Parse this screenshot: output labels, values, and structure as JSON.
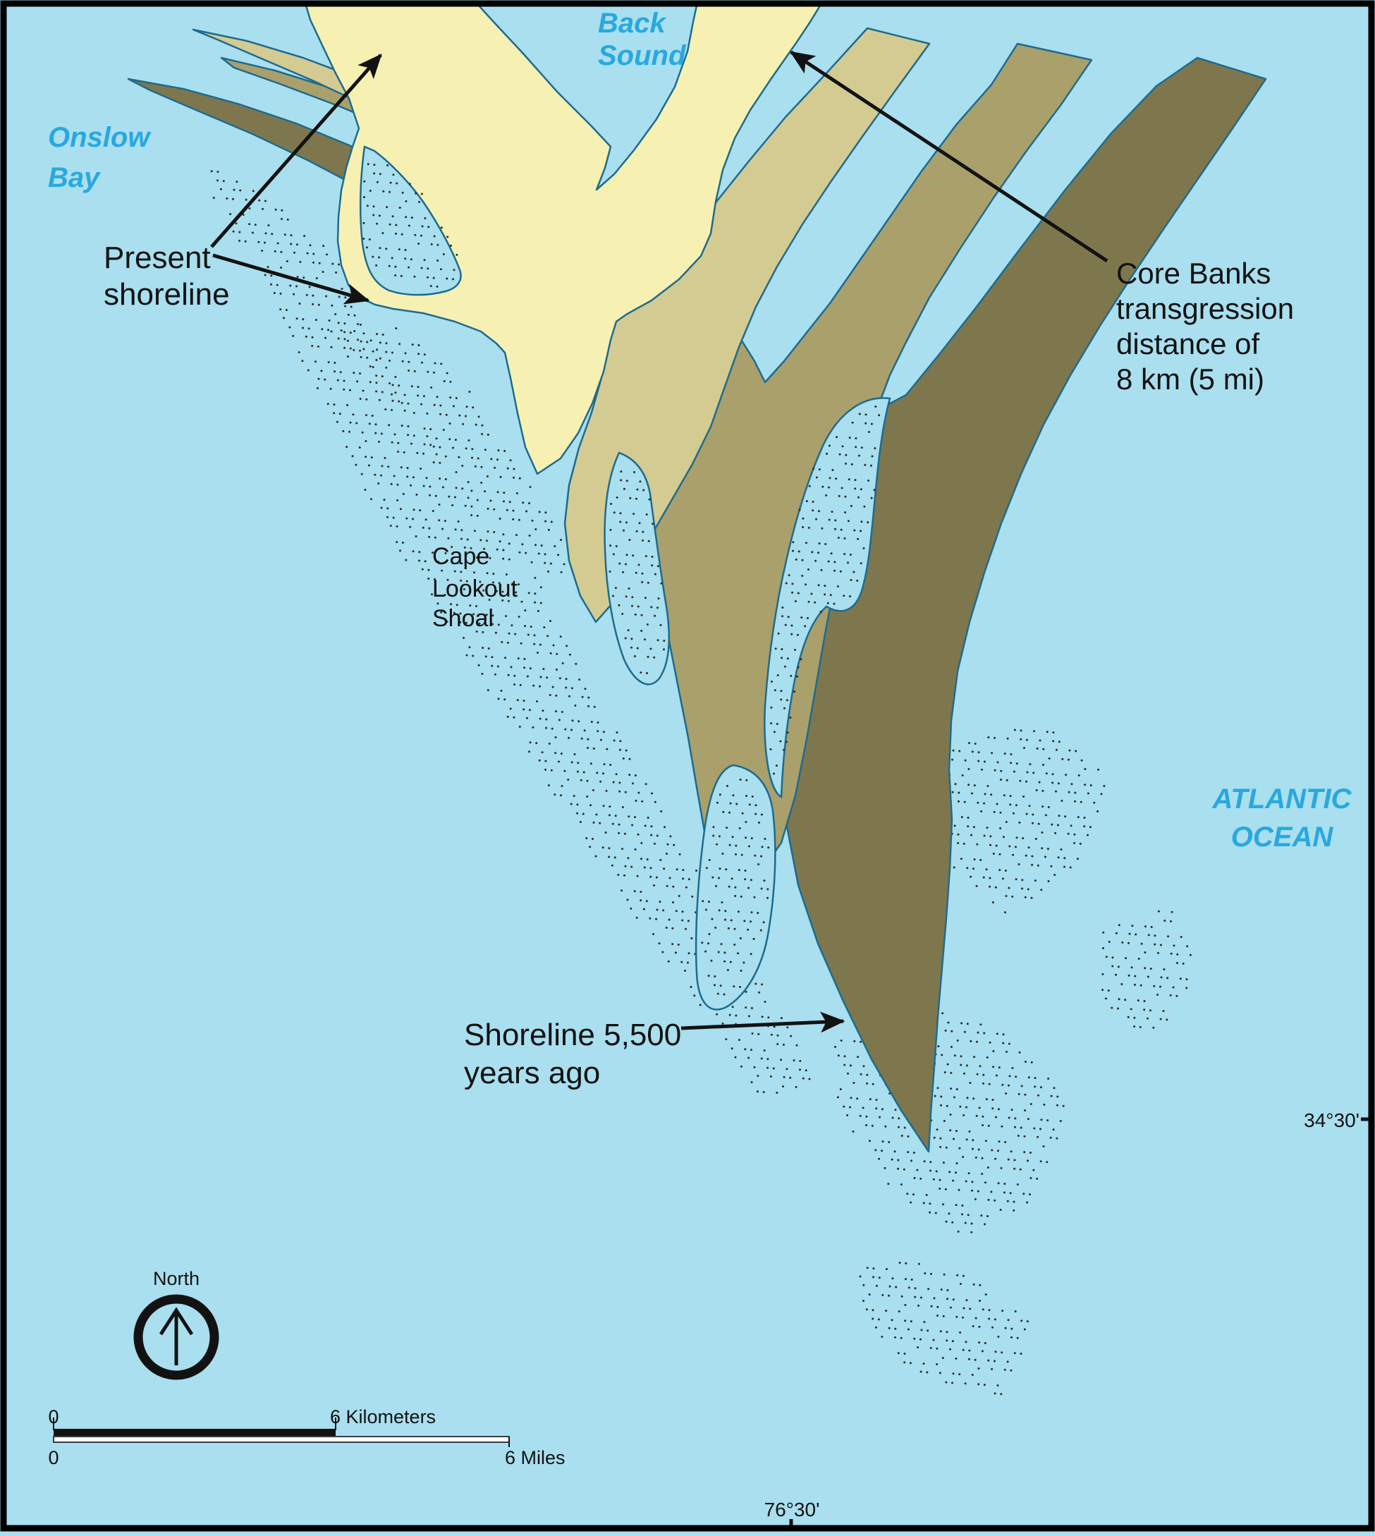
{
  "water_labels": {
    "onslow_bay": {
      "line1": "Onslow",
      "line2": "Bay"
    },
    "back_sound": {
      "line1": "Back",
      "line2": "Sound"
    },
    "atlantic_ocean": {
      "line1": "ATLANTIC",
      "line2": "OCEAN"
    }
  },
  "annotations": {
    "present_shoreline": {
      "line1": "Present",
      "line2": "shoreline"
    },
    "core_banks": {
      "line1": "Core Banks",
      "line2": "transgression",
      "line3": "distance of",
      "line4": "8 km (5 mi)"
    },
    "cape_lookout_shoal": {
      "line1": "Cape",
      "line2": "Lookout",
      "line3": "Shoal"
    },
    "shoreline_5500": {
      "line1": "Shoreline 5,500",
      "line2": "years ago"
    }
  },
  "compass": {
    "label": "North"
  },
  "scale_bar": {
    "km_start": "0",
    "km_end": "6 Kilometers",
    "mi_start": "0",
    "mi_end": "6 Miles"
  },
  "coordinates": {
    "latitude": "34°30'",
    "longitude": "76°30'"
  },
  "colors": {
    "water": "#A9DFEF",
    "present_shoreline": "#F6F1B2",
    "shoreline_mid1": "#D4CB92",
    "shoreline_mid2": "#A9A06C",
    "shoreline_5500": "#7E774E",
    "outline": "#1E6B8E",
    "label_water": "#29A8DF",
    "stipple": "#2F2C22",
    "frame": "#000000"
  }
}
